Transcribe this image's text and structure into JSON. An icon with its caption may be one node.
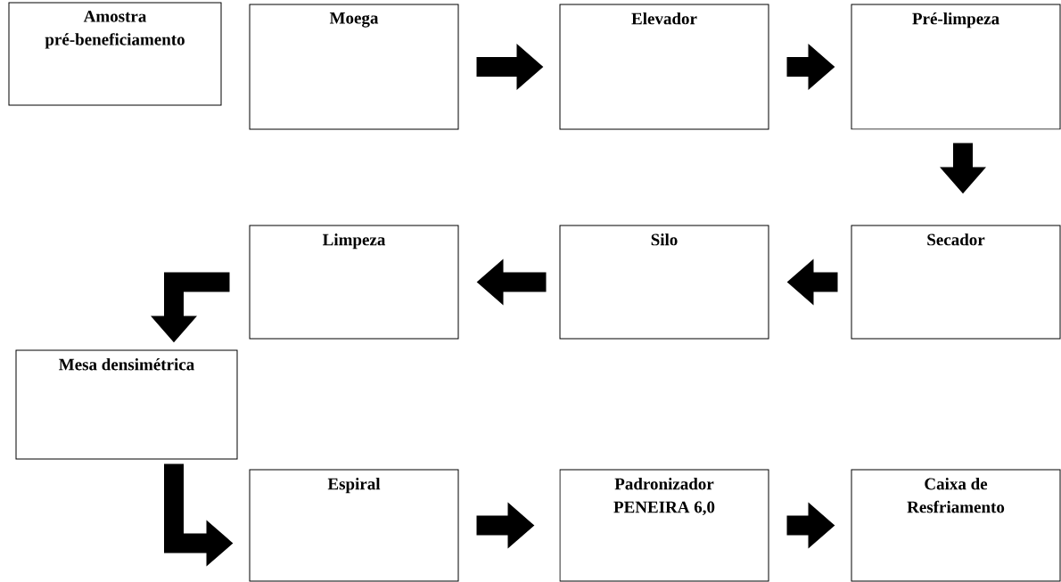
{
  "diagram": {
    "nodes": [
      {
        "text": [
          "Amostra pré-beneficiamento"
        ]
      },
      {
        "text": [
          "Moega"
        ]
      },
      {
        "text": [
          "Elevador"
        ]
      },
      {
        "text": [
          "Pré-limpeza"
        ]
      },
      {
        "text": [
          "Secador"
        ]
      },
      {
        "text": [
          "Silo"
        ]
      },
      {
        "text": [
          "Limpeza"
        ]
      },
      {
        "text": [
          "Mesa densimétrica"
        ]
      },
      {
        "text": [
          "Espiral"
        ]
      },
      {
        "text": [
          "Padronizador PENEIRA 6,0"
        ]
      },
      {
        "text": [
          "Caixa de Resfriamento"
        ]
      }
    ],
    "edges": [
      {
        "from": 1,
        "to": 2,
        "arrow": "to"
      },
      {
        "from": 2,
        "to": 3,
        "arrow": "to"
      },
      {
        "from": 3,
        "to": 4,
        "arrow": "to"
      },
      {
        "from": 4,
        "to": 5,
        "arrow": "to"
      },
      {
        "from": 5,
        "to": 6,
        "arrow": "to"
      },
      {
        "from": 6,
        "to": 7,
        "arrow": "to"
      },
      {
        "from": 7,
        "to": 8,
        "arrow": "to"
      },
      {
        "from": 8,
        "to": 9,
        "arrow": "to"
      },
      {
        "from": 9,
        "to": 10,
        "arrow": "to"
      }
    ]
  }
}
